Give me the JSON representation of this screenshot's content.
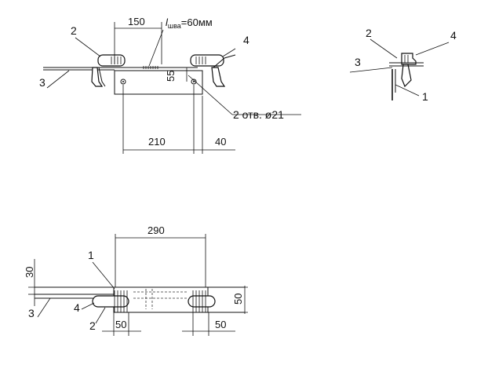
{
  "view_top": {
    "dim_150": "150",
    "weld_length_prefix": "l",
    "weld_length_sub": "шва",
    "weld_length_value": "=60мм",
    "dim_55": "55",
    "holes_note": "2 отв. ø21",
    "dim_210": "210",
    "dim_40": "40",
    "label_2": "2",
    "label_3": "3",
    "label_4": "4"
  },
  "view_side": {
    "label_1": "1",
    "label_2": "2",
    "label_3": "3",
    "label_4": "4"
  },
  "view_bottom": {
    "dim_290": "290",
    "dim_30": "30",
    "dim_50_right": "50",
    "dim_50_left": "50",
    "dim_50_mid": "50",
    "label_1": "1",
    "label_2": "2",
    "label_3": "3",
    "label_4": "4"
  }
}
